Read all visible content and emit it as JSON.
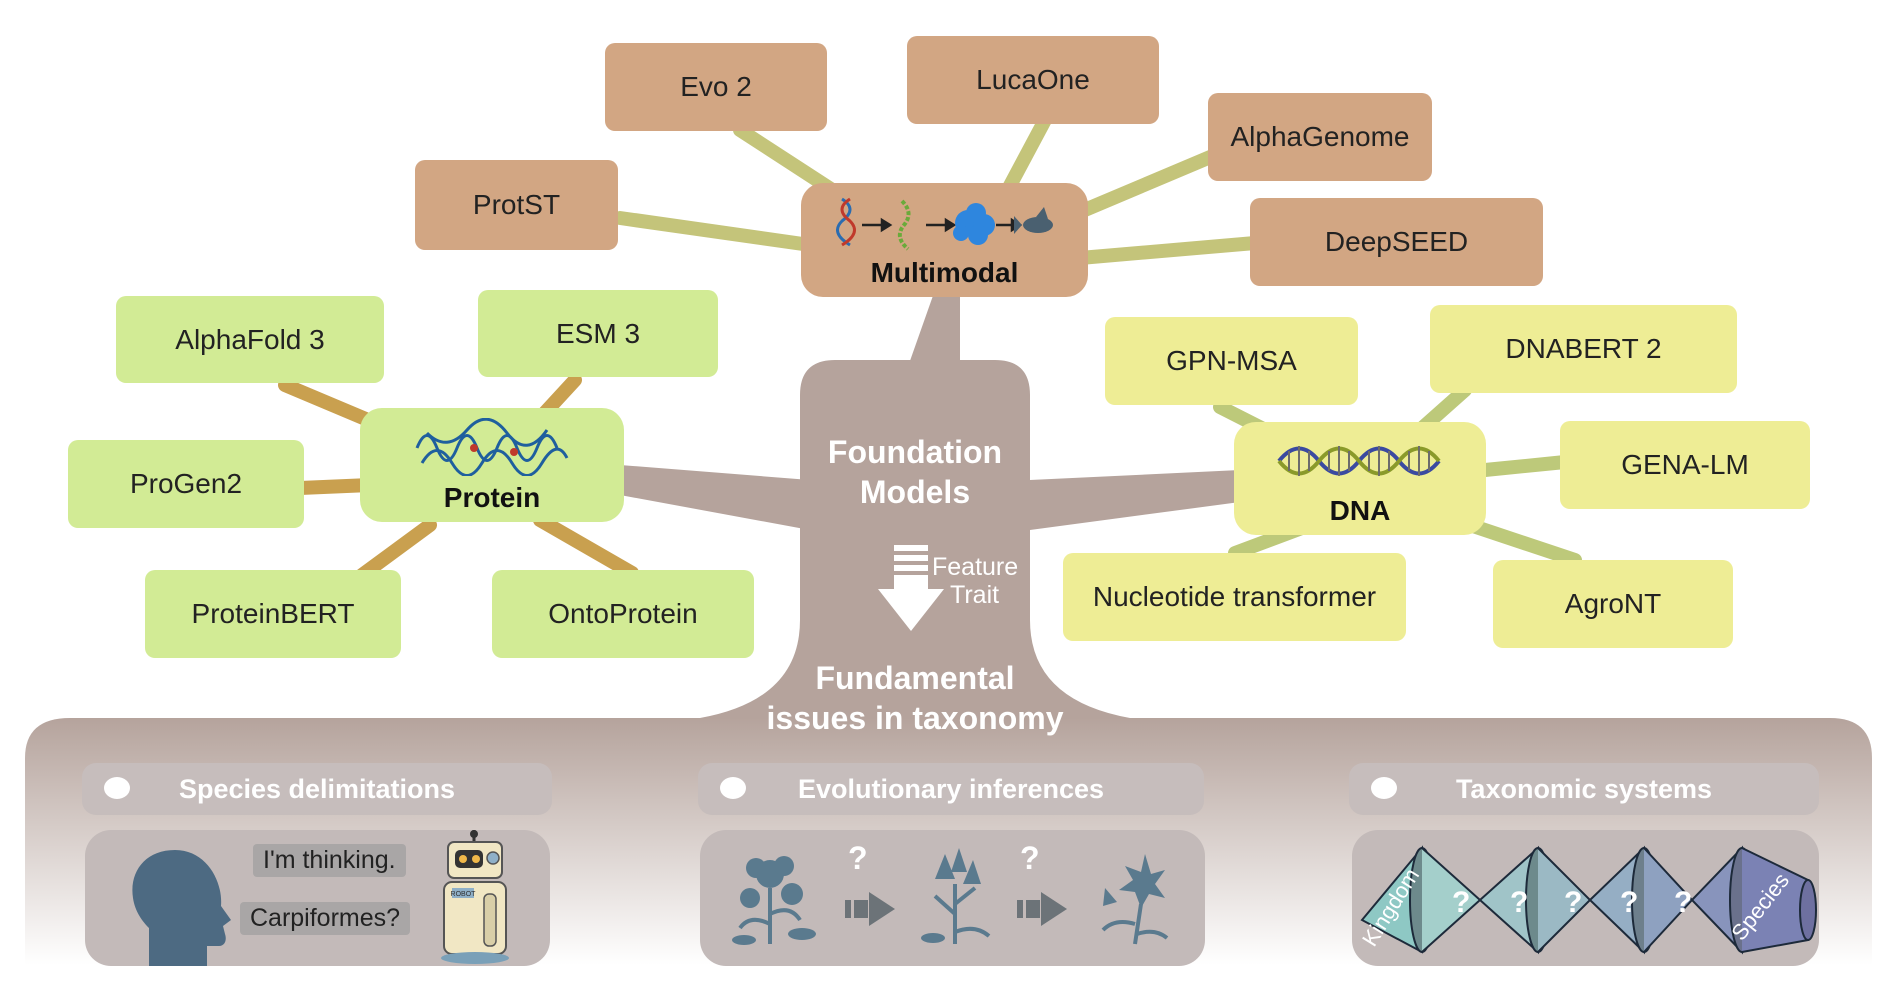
{
  "colors": {
    "trunk": "#b5a39c",
    "brown_node": "#d2a683",
    "green_node": "#d2eb95",
    "yellow_node": "#eeed95",
    "brown_link": "#c4c47a",
    "green_link": "#c9a04f",
    "yellow_link": "#bdc97a",
    "panel": "#c3bab9",
    "icon_blue": "#5a7a8e"
  },
  "center": {
    "line1": "Foundation",
    "line2": "Models",
    "arrow_label_1": "Feature",
    "arrow_label_2": "Trait",
    "bottom_line1": "Fundamental",
    "bottom_line2": "issues in taxonomy"
  },
  "hubs": {
    "multimodal": "Multimodal",
    "protein": "Protein",
    "dna": "DNA"
  },
  "multimodal_models": [
    "Evo 2",
    "LucaOne",
    "AlphaGenome",
    "ProtST",
    "DeepSEED"
  ],
  "protein_models": [
    "AlphaFold 3",
    "ESM 3",
    "ProGen2",
    "ProteinBERT",
    "OntoProtein"
  ],
  "dna_models": [
    "GPN-MSA",
    "DNABERT 2",
    "GENA-LM",
    "Nucleotide transformer",
    "AgroNT"
  ],
  "panels": {
    "species": {
      "title": "Species delimitations",
      "bubble1": "I'm thinking.",
      "bubble2": "Carpiformes?",
      "robot_label": "ROBOT"
    },
    "evolution": {
      "title": "Evolutionary inferences",
      "q1": "?",
      "q2": "?"
    },
    "taxonomy": {
      "title": "Taxonomic systems",
      "left_label": "Kingdom",
      "right_label": "Species",
      "marks": [
        "?",
        "?",
        "?",
        "?",
        "?"
      ]
    }
  },
  "icons": [
    "dna-icon",
    "arrow-icon",
    "tadpole-icon",
    "protein-blob-icon",
    "fish-icon",
    "protein-structure-icon",
    "double-helix-icon",
    "head-icon",
    "robot-icon",
    "flower-icon",
    "right-arrow-icon"
  ]
}
